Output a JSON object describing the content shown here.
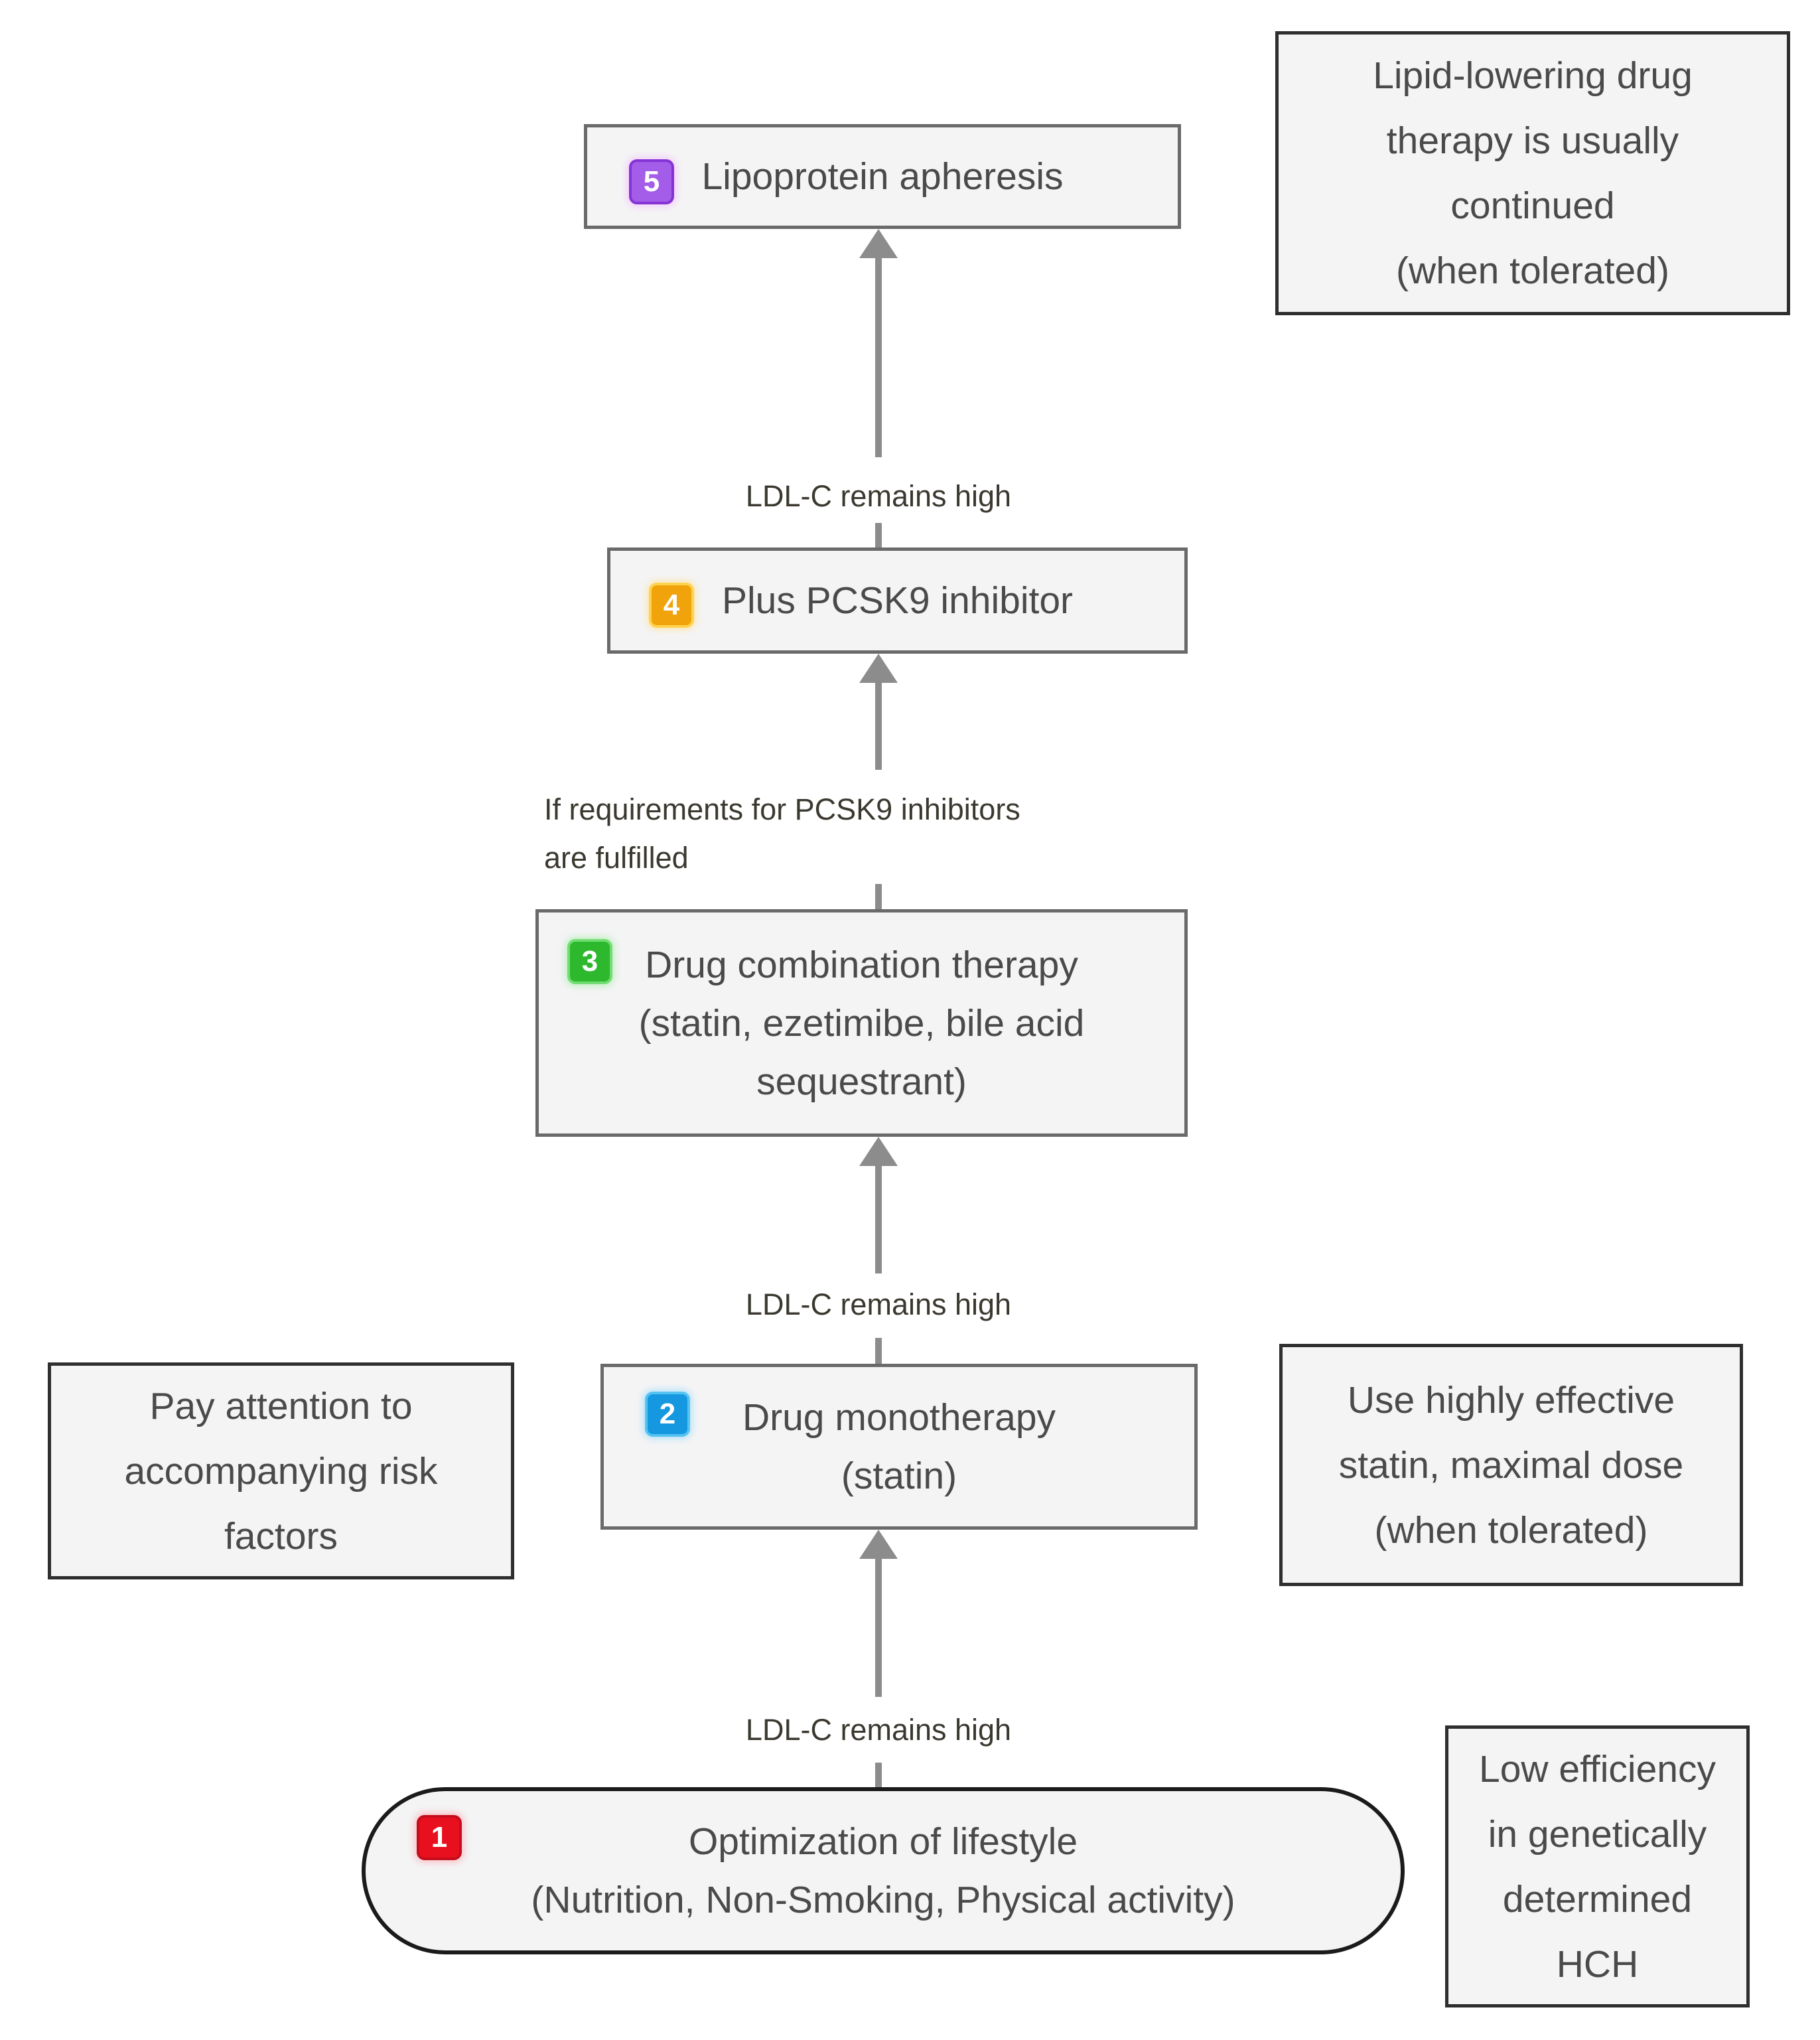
{
  "flowchart": {
    "description": "Stepwise escalation scheme of lipid-lowering therapy",
    "steps": {
      "step1": {
        "number": "1",
        "line1": "Optimization of lifestyle",
        "line2": "(Nutrition, Non-Smoking, Physical activity)",
        "badge_color": "#e8101f"
      },
      "step2": {
        "number": "2",
        "line1": "Drug monotherapy",
        "line2": "(statin)",
        "badge_color": "#1598e0"
      },
      "step3": {
        "number": "3",
        "line1": "Drug combination therapy",
        "line2": "(statin, ezetimibe, bile acid",
        "line3": "sequestrant)",
        "badge_color": "#2eb82e"
      },
      "step4": {
        "number": "4",
        "line1": "Plus PCSK9 inhibitor",
        "badge_color": "#f0a30a"
      },
      "step5": {
        "number": "5",
        "line1": "Lipoprotein apheresis",
        "badge_color": "#a35de8"
      }
    },
    "connector_labels": {
      "between_1_2": "LDL-C remains high",
      "between_2_3": "LDL-C remains high",
      "between_3_4_line1": "If requirements for PCSK9 inhibitors",
      "between_3_4_line2": "are fulfilled",
      "between_4_5": "LDL-C remains high"
    },
    "notes": {
      "top_right": {
        "lines": [
          "Lipid-lowering drug",
          "therapy is usually",
          "continued",
          "(when tolerated)"
        ]
      },
      "mid_left": {
        "lines": [
          "Pay attention to",
          "accompanying risk",
          "factors"
        ]
      },
      "mid_right": {
        "lines": [
          "Use highly effective",
          "statin, maximal dose",
          "(when tolerated)"
        ]
      },
      "bottom_right": {
        "lines": [
          "Low efficiency",
          "in genetically",
          "determined",
          "HCH"
        ]
      }
    },
    "colors": {
      "box_fill": "#f4f4f5",
      "step_box_border": "#6a6a6a",
      "note_box_border": "#2f2f2f",
      "rounded_box_border": "#1b1b1b",
      "connector": "#8c8c8c",
      "label_text": "#3b392f",
      "box_text": "#4a4a4a"
    }
  }
}
